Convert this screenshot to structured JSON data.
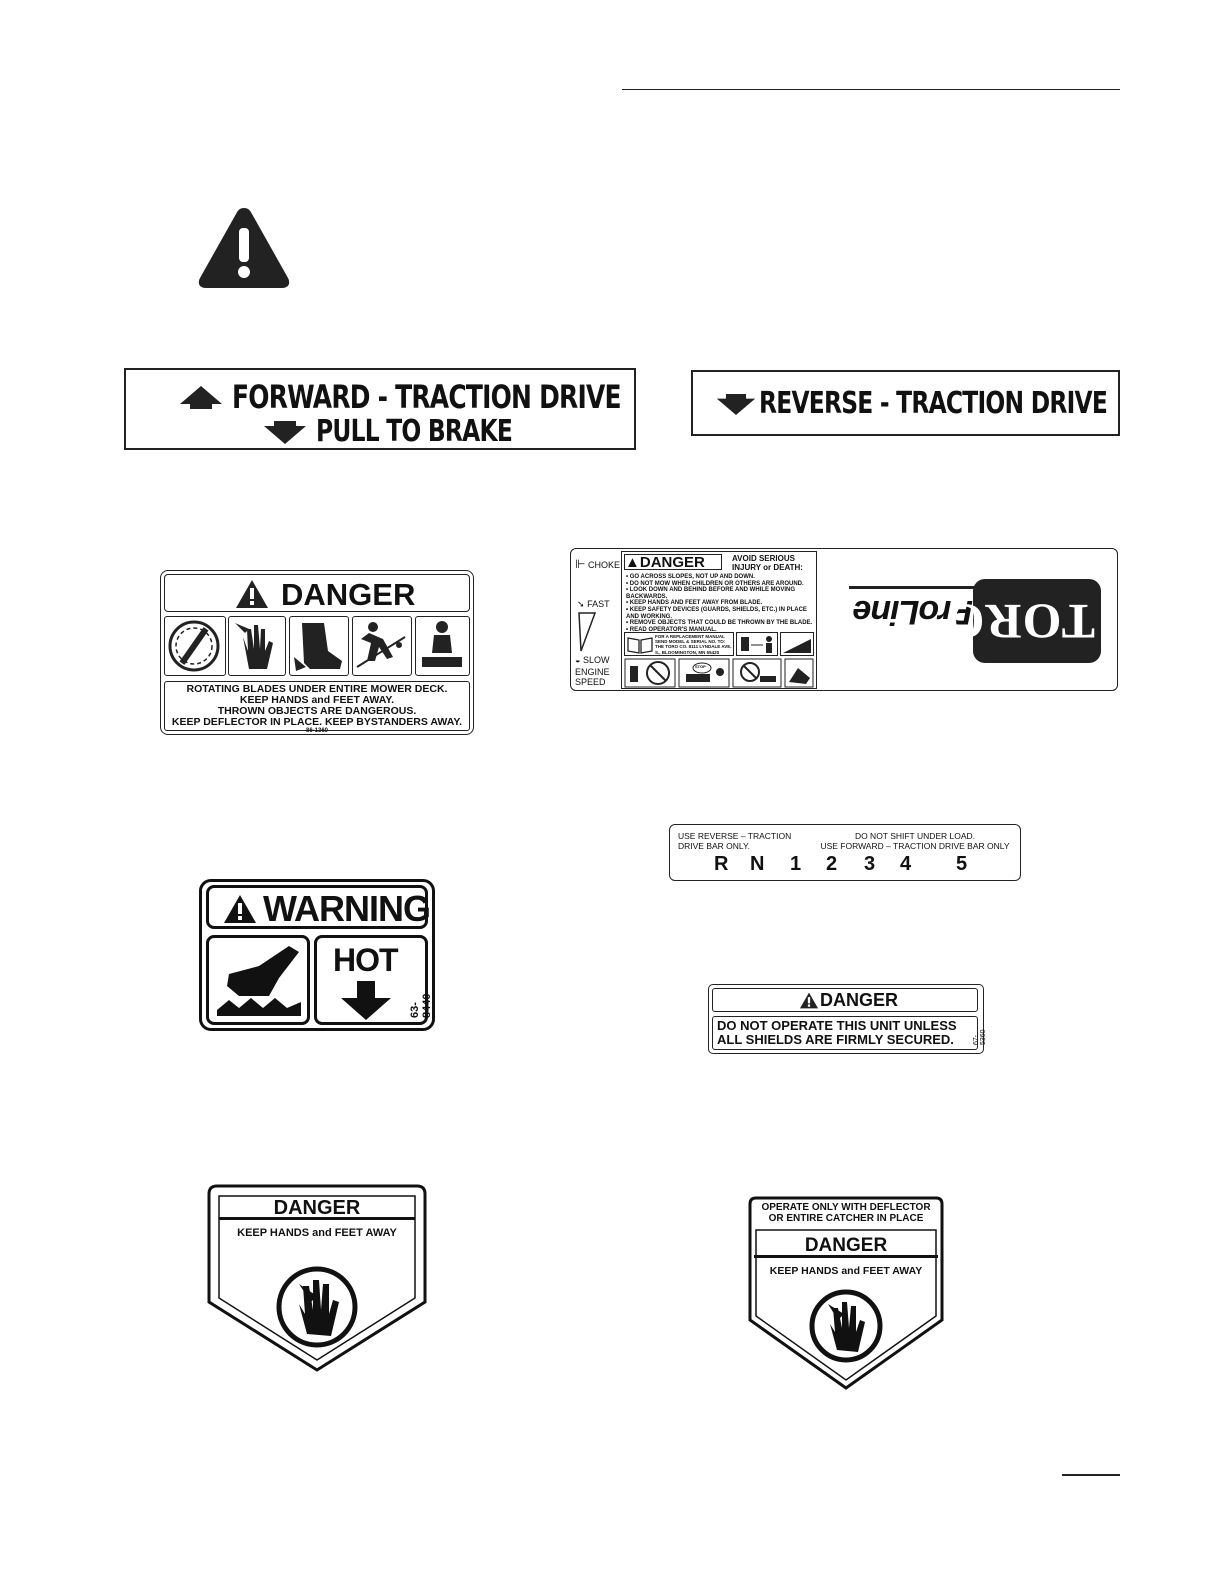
{
  "forward_decal": {
    "line1": "FORWARD - TRACTION DRIVE",
    "line2": "PULL TO BRAKE"
  },
  "reverse_decal": {
    "line1": "REVERSE - TRACTION DRIVE"
  },
  "danger_blades": {
    "header": "DANGER",
    "lines": [
      "ROTATING BLADES UNDER ENTIRE MOWER DECK.",
      "KEEP HANDS and FEET AWAY.",
      "THROWN OBJECTS ARE DANGEROUS.",
      "KEEP DEFLECTOR IN PLACE. KEEP BYSTANDERS AWAY."
    ],
    "part": "86-1360"
  },
  "console": {
    "choke": "CHOKE",
    "fast": "FAST",
    "slow": "SLOW",
    "engine_speed_1": "ENGINE",
    "engine_speed_2": "SPEED",
    "danger": "DANGER",
    "avoid_1": "AVOID SERIOUS",
    "avoid_2": "INJURY or DEATH:",
    "bullets": [
      "• GO ACROSS SLOPES, NOT UP AND DOWN.",
      "• DO NOT MOW WHEN CHILDREN OR OTHERS ARE AROUND.",
      "• LOOK DOWN AND BEHIND BEFORE AND WHILE MOVING BACKWARDS.",
      "• KEEP HANDS AND FEET AWAY FROM BLADE.",
      "• KEEP SAFETY DEVICES (GUARDS, SHIELDS, ETC.) IN PLACE AND WORKING.",
      "• REMOVE OBJECTS THAT COULD BE THROWN BY THE BLADE.",
      "• READ OPERATOR'S MANUAL."
    ],
    "manual_text": "FOR A REPLACEMENT MANUAL SEND MODEL & SERIAL NO. TO: THE TORO CO. 8111 LYNDALE AVE. S., BLOOMINGTON, MN 55420",
    "stop_label": "STOP",
    "proline": "ProLine",
    "toro": "TORO"
  },
  "shift": {
    "left_1": "USE REVERSE – TRACTION",
    "left_2": "DRIVE BAR ONLY.",
    "right_1": "DO NOT SHIFT UNDER LOAD.",
    "right_2": "USE FORWARD – TRACTION DRIVE BAR ONLY",
    "gears": [
      "R",
      "N",
      "1",
      "2",
      "3",
      "4",
      "5"
    ]
  },
  "warning_hot": {
    "header": "WARNING",
    "hot": "HOT",
    "part": "63-8440"
  },
  "danger_shields": {
    "header": "DANGER",
    "line1": "DO NOT OPERATE THIS UNIT UNLESS",
    "line2": "ALL SHIELDS ARE FIRMLY SECURED.",
    "part": "67-5360"
  },
  "danger_hands_1": {
    "header": "DANGER",
    "sub": "KEEP HANDS and FEET AWAY"
  },
  "danger_hands_2": {
    "top_1": "OPERATE ONLY WITH DEFLECTOR",
    "top_2": "OR ENTIRE CATCHER IN PLACE",
    "header": "DANGER",
    "sub": "KEEP HANDS and FEET AWAY"
  }
}
